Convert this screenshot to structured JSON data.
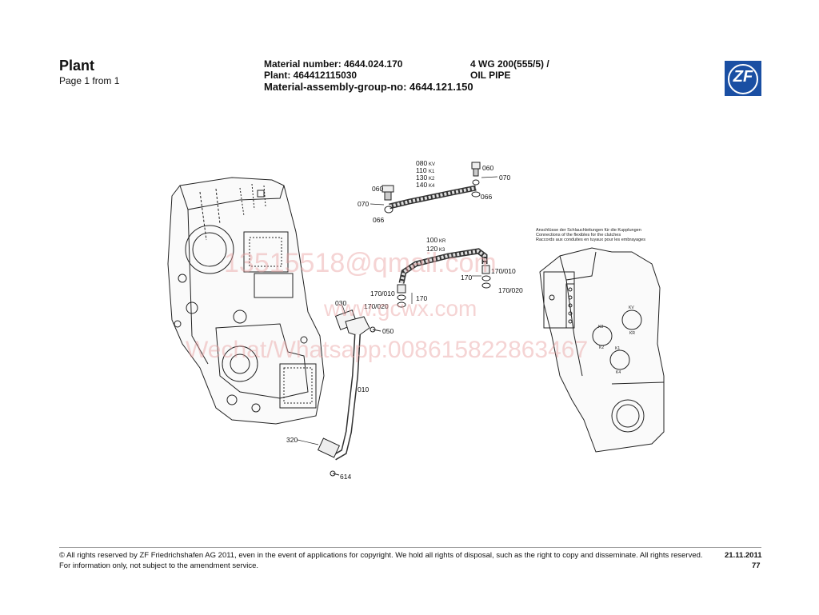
{
  "header": {
    "title": "Plant",
    "page": "Page 1 from 1",
    "material_number": "Material number: 4644.024.170",
    "plant": "Plant: 464412115030",
    "assembly_group": "Material-assembly-group-no: 4644.121.150",
    "model": "4 WG 200(555/5) /",
    "description": "OIL PIPE"
  },
  "logo": {
    "text": "ZF",
    "color": "#1a4fa3"
  },
  "diagram": {
    "callouts": {
      "c080": "080",
      "c080s": "KV",
      "c110": "110",
      "c110s": "K1",
      "c130": "130",
      "c130s": "K2",
      "c140": "140",
      "c140s": "K4",
      "c060a": "060",
      "c060b": "060",
      "c070a": "070",
      "c070b": "070",
      "c066a": "066",
      "c066b": "066",
      "c100": "100",
      "c100s": "KR",
      "c120": "120",
      "c120s": "K3",
      "c170010a": "170/010",
      "c170010b": "170/010",
      "c170a": "170",
      "c170b": "170",
      "c170020a": "170/020",
      "c170020b": "170/020",
      "c030": "030",
      "c050": "050",
      "c010": "010",
      "c320": "320",
      "c614": "614"
    },
    "note_lines": [
      "Anschlüsse der Schlauchleitungen für die Kupplungen",
      "Connections of the flexibles for the clutches",
      "Raccords aux conduites en tuyaux pour les embrayages"
    ],
    "port_labels": [
      "KV",
      "KR",
      "K3",
      "K2",
      "K1",
      "K4"
    ]
  },
  "watermarks": [
    "13515518@qmail.com",
    "www.gcwx.com",
    "Wechat/Whatsapp:008615822863467"
  ],
  "footer": {
    "copyright": "© All rights reserved by ZF Friedrichshafen AG 2011, even in the event of applications for copyright. We hold all rights of disposal, such as the right to copy and disseminate. All rights reserved.",
    "date": "21.11.2011",
    "note": "For information only, not subject to the amendment service.",
    "page_number": "77"
  }
}
